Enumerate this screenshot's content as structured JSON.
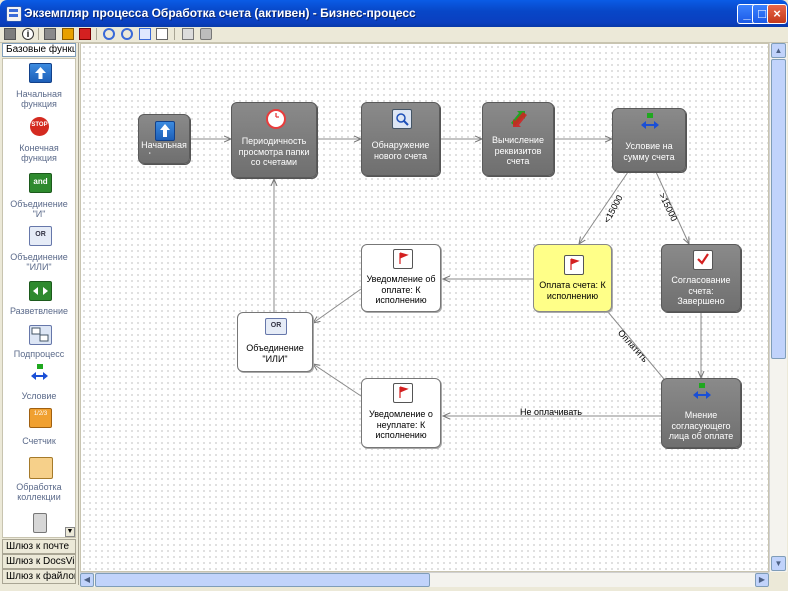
{
  "window": {
    "title": "Экземпляр процесса Обработка счета (активен) - Бизнес-процесс",
    "buttons": {
      "minimize": "_",
      "maximize": "□",
      "close": "×"
    }
  },
  "toolbar": {
    "items": [
      "stop-icon",
      "info-icon",
      "grey-square-icon",
      "pause-icon",
      "stop-red-icon",
      "zoom-in-icon",
      "zoom-out-icon",
      "fit-window-icon",
      "page-icon",
      "copy-icon",
      "print-icon"
    ]
  },
  "palette": {
    "header": "Базовые функц...",
    "items": [
      {
        "label": "Начальная функция",
        "icon": "start-arrow-icon"
      },
      {
        "label": "Конечная функция",
        "icon": "stop-sign-icon"
      },
      {
        "label": "Объединение \"И\"",
        "icon": "and-icon"
      },
      {
        "label": "Объединение \"ИЛИ\"",
        "icon": "or-icon"
      },
      {
        "label": "Разветвление",
        "icon": "branch-icon"
      },
      {
        "label": "Подпроцесс",
        "icon": "subprocess-icon"
      },
      {
        "label": "Условие",
        "icon": "condition-icon"
      },
      {
        "label": "Счетчик",
        "icon": "counter-icon"
      },
      {
        "label": "Обработка коллекции",
        "icon": "collection-icon"
      }
    ],
    "more_icon": "trash-icon",
    "tabs": [
      "Шлюз к почте",
      "Шлюз к DocsVis...",
      "Шлюз к файлов..."
    ],
    "badges": {
      "and": "and",
      "or": "OR",
      "stop": "STOP",
      "counter": "1/2/3"
    }
  },
  "diagram": {
    "nodes": {
      "start": "Начальная функция",
      "periodic": "Периодичность просмотра папки со счетами",
      "detect": "Обнаружение нового счета",
      "compute": "Вычисление реквизитов счета",
      "condition": "Условие на сумму счета",
      "approval": "Согласование счета: Завершено",
      "payment": "Оплата счета: К исполнению",
      "notify_paid": "Уведомление об оплате: К исполнению",
      "or_join": "Объединение \"ИЛИ\"",
      "notify_unpaid": "Уведомление о неуплате: К исполнению",
      "opinion": "Мнение согласующего лица об оплате"
    },
    "edge_labels": {
      "lt": "<15000",
      "gt": ">15000",
      "pay": "Оплатить",
      "no_pay": "Не оплачивать"
    },
    "or_badge": "OR"
  },
  "colors": {
    "node_dark": "#7a7a7a",
    "node_yellow": "#ffff88",
    "node_light": "#ffffff",
    "accent_blue": "#0a5ce6"
  }
}
